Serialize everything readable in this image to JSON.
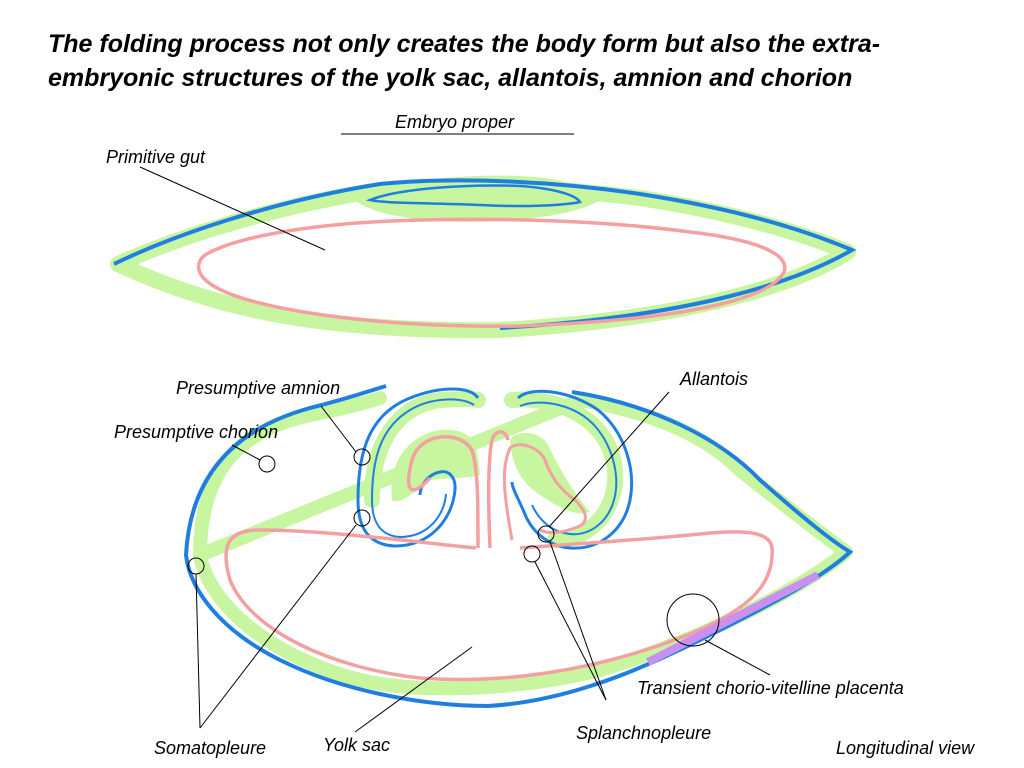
{
  "title": {
    "line1": "The folding process not only creates the body form but also the extra-",
    "line2": "embryonic structures of the yolk sac, allantois, amnion and chorion"
  },
  "labels": {
    "embryo_proper": "Embryo proper",
    "primitive_gut": "Primitive gut",
    "presumptive_amnion": "Presumptive amnion",
    "presumptive_chorion": "Presumptive chorion",
    "allantois": "Allantois",
    "placenta": "Transient chorio-vitelline placenta",
    "somatopleure": "Somatopleure",
    "yolk_sac": "Yolk sac",
    "splanchnopleure": "Splanchnopleure",
    "view": "Longitudinal view"
  },
  "colors": {
    "ectoderm": "#1e7fe0",
    "mesoderm": "#c8f5a0",
    "endoderm": "#f4a0a0",
    "placenta": "#c890f0"
  }
}
